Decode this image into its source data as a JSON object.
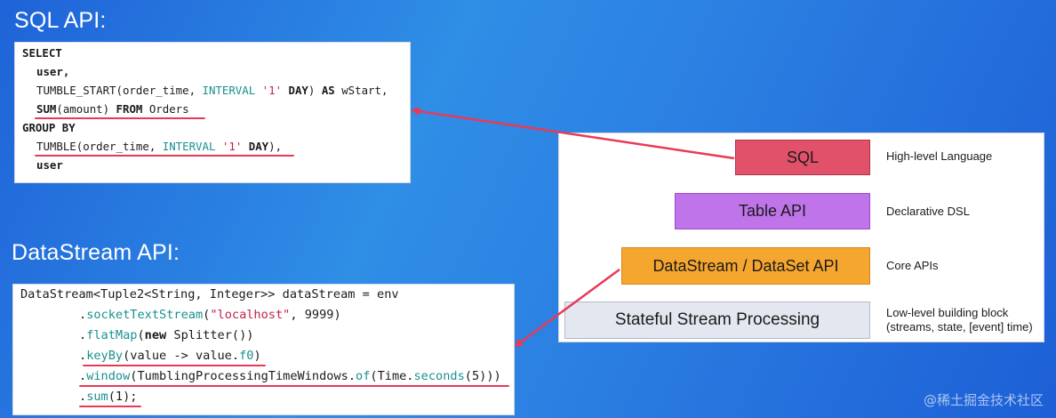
{
  "titles": {
    "sql": "SQL API:",
    "datastream": "DataStream API:"
  },
  "sql_code": {
    "l1_select": "SELECT",
    "l2": "user,",
    "l3_fn": "TUMBLE_START(order_time, ",
    "l3_interval": "INTERVAL",
    "l3_sp": " ",
    "l3_num": "'1'",
    "l3_day": " DAY",
    "l3_close": ") ",
    "l3_as": "AS",
    "l3_alias": " wStart,",
    "l4_sum": "SUM",
    "l4_arg": "(amount) ",
    "l4_from": "FROM",
    "l4_table": " Orders",
    "l5_groupby": "GROUP BY",
    "l6_fn": "TUMBLE(order_time, ",
    "l6_interval": "INTERVAL",
    "l6_sp": " ",
    "l6_num": "'1'",
    "l6_day": " DAY",
    "l6_close": "),",
    "l7": "user"
  },
  "ds_code": {
    "l1": "DataStream<Tuple2<String, Integer>> dataStream = env",
    "l2_dot": ".",
    "l2_m": "socketTextStream",
    "l2_open": "(",
    "l2_str": "\"localhost\"",
    "l2_rest": ", 9999)",
    "l3_dot": ".",
    "l3_m": "flatMap",
    "l3_open": "(",
    "l3_new": "new",
    "l3_rest": " Splitter())",
    "l4_dot": ".",
    "l4_m": "keyBy",
    "l4_mid": "(value -> value.",
    "l4_f0": "f0",
    "l4_close": ")",
    "l5_dot": ".",
    "l5_m": "window",
    "l5_mid": "(TumblingProcessingTimeWindows.",
    "l5_of": "of",
    "l5_mid2": "(Time.",
    "l5_sec": "seconds",
    "l5_close": "(5)))",
    "l6_dot": ".",
    "l6_m": "sum",
    "l6_close": "(1);"
  },
  "stack": {
    "layers": [
      {
        "label": "SQL",
        "desc": "High-level Language"
      },
      {
        "label": "Table API",
        "desc": "Declarative DSL"
      },
      {
        "label": "DataStream / DataSet API",
        "desc": "Core APIs"
      },
      {
        "label": "Stateful Stream Processing",
        "desc_line1": "Low-level building block",
        "desc_line2": "(streams, state, [event] time)"
      }
    ]
  },
  "watermark": "@稀土掘金技术社区",
  "colors": {
    "sql_layer": "#e2516a",
    "table_layer": "#c074ea",
    "datastream_layer": "#f5a62e",
    "stateful_layer": "#e3e7ef",
    "arrow_and_underline": "#e83a57",
    "keyword_teal": "#19908f",
    "string_red": "#c2224a"
  }
}
